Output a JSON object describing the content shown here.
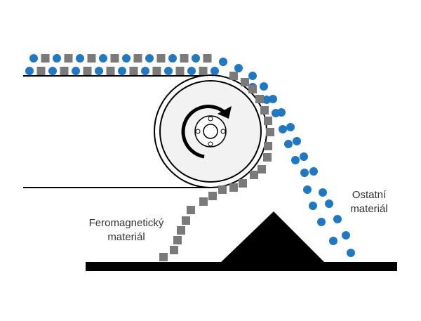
{
  "labels": {
    "ferromagnetic_line1": "Feromagnetický",
    "ferromagnetic_line2": "materiál",
    "other_line1": "Ostatní",
    "other_line2": "materiál"
  },
  "colors": {
    "nonferrous_particle": "#1f78c1",
    "ferrous_particle": "#7a7a7a",
    "structure": "#000000",
    "drum_fill": "#f2f2f2",
    "label_text": "#333333"
  },
  "icons": {
    "rotation": "clockwise-arrow-icon"
  }
}
